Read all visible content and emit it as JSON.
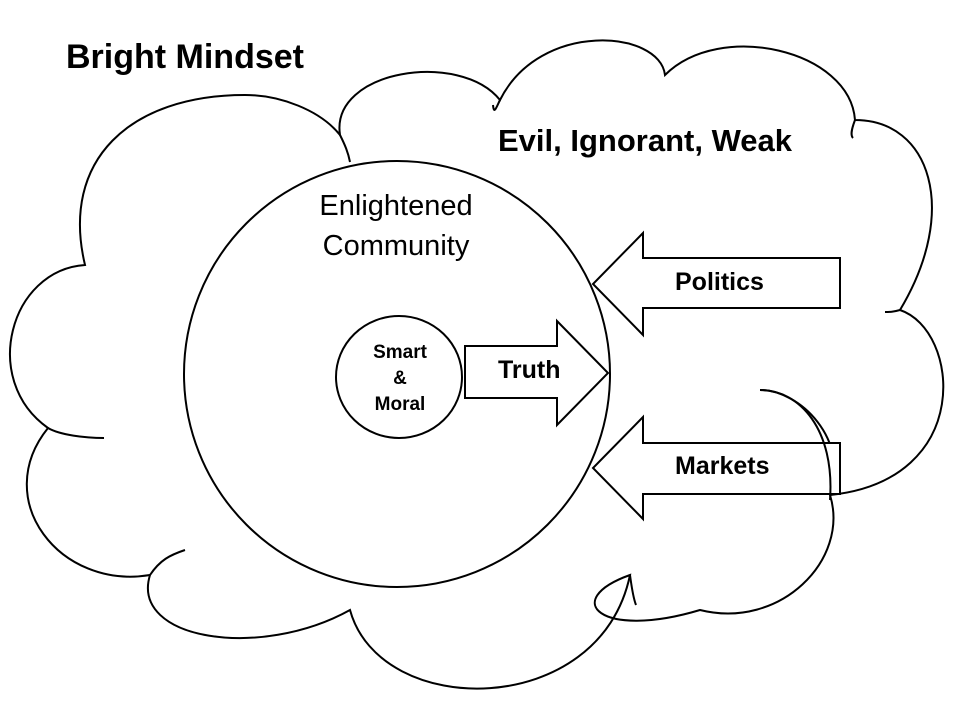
{
  "title": "Bright Mindset",
  "outer_label": "Evil, Ignorant, Weak",
  "community": {
    "line1": "Enlightened",
    "line2": "Community"
  },
  "core": {
    "line1": "Smart",
    "line2": "&",
    "line3": "Moral"
  },
  "arrows": {
    "truth": "Truth",
    "politics": "Politics",
    "markets": "Markets"
  }
}
